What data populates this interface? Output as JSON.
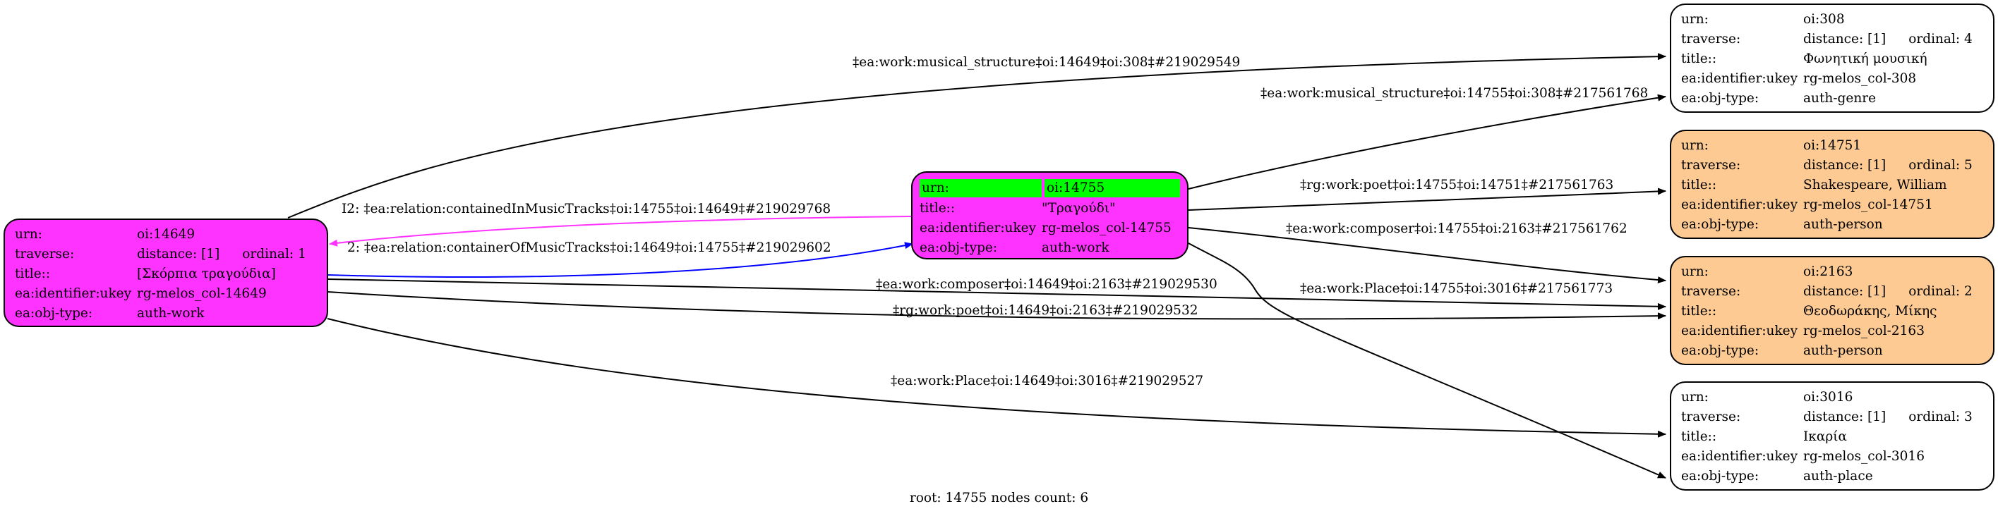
{
  "graph": {
    "footer": "root: 14755 nodes count: 6",
    "colors": {
      "work_node": "#ff33ff",
      "person_node": "#fdca93",
      "default_node": "#ffffff",
      "root_highlight": "#00ff00",
      "edge_default": "#000000",
      "edge_contained": "#ff33ff",
      "edge_container": "#0000ff"
    },
    "field_labels": {
      "urn": "urn:",
      "traverse": "traverse:",
      "title": "title::",
      "ukey": "ea:identifier:ukey",
      "objtype": "ea:obj-type:"
    },
    "nodes": {
      "n14649": {
        "urn": "oi:14649",
        "distance": "distance: [1]",
        "ordinal": "ordinal: 1",
        "title": "[Σκόρπια τραγούδια]",
        "ukey": "rg-melos_col-14649",
        "objtype": "auth-work"
      },
      "n14755": {
        "urn": "oi:14755",
        "title": "\"Τραγούδι\"",
        "ukey": "rg-melos_col-14755",
        "objtype": "auth-work",
        "is_root": true
      },
      "n308": {
        "urn": "oi:308",
        "distance": "distance: [1]",
        "ordinal": "ordinal: 4",
        "title": "Φωνητική μουσική",
        "ukey": "rg-melos_col-308",
        "objtype": "auth-genre"
      },
      "n14751": {
        "urn": "oi:14751",
        "distance": "distance: [1]",
        "ordinal": "ordinal: 5",
        "title": "Shakespeare, William",
        "ukey": "rg-melos_col-14751",
        "objtype": "auth-person"
      },
      "n2163": {
        "urn": "oi:2163",
        "distance": "distance: [1]",
        "ordinal": "ordinal: 2",
        "title": "Θεοδωράκης, Μίκης",
        "ukey": "rg-melos_col-2163",
        "objtype": "auth-person"
      },
      "n3016": {
        "urn": "oi:3016",
        "distance": "distance: [1]",
        "ordinal": "ordinal: 3",
        "title": "Ικαρία",
        "ukey": "rg-melos_col-3016",
        "objtype": "auth-place"
      }
    },
    "edges": [
      {
        "from": "oi:14649",
        "to": "oi:308",
        "label": "‡ea:work:musical_structure‡oi:14649‡oi:308‡#219029549",
        "color": "edge_default"
      },
      {
        "from": "oi:14755",
        "to": "oi:308",
        "label": "‡ea:work:musical_structure‡oi:14755‡oi:308‡#217561768",
        "color": "edge_default"
      },
      {
        "from": "oi:14755",
        "to": "oi:14649",
        "label": "I2: ‡ea:relation:containedInMusicTracks‡oi:14755‡oi:14649‡#219029768",
        "color": "edge_contained"
      },
      {
        "from": "oi:14649",
        "to": "oi:14755",
        "label": "2: ‡ea:relation:containerOfMusicTracks‡oi:14649‡oi:14755‡#219029602",
        "color": "edge_container"
      },
      {
        "from": "oi:14755",
        "to": "oi:14751",
        "label": "‡rg:work:poet‡oi:14755‡oi:14751‡#217561763",
        "color": "edge_default"
      },
      {
        "from": "oi:14755",
        "to": "oi:2163",
        "label": "‡ea:work:composer‡oi:14755‡oi:2163‡#217561762",
        "color": "edge_default"
      },
      {
        "from": "oi:14649",
        "to": "oi:2163",
        "label": "‡ea:work:composer‡oi:14649‡oi:2163‡#219029530",
        "color": "edge_default"
      },
      {
        "from": "oi:14755",
        "to": "oi:3016",
        "label": "‡ea:work:Place‡oi:14755‡oi:3016‡#217561773",
        "color": "edge_default"
      },
      {
        "from": "oi:14649",
        "to": "oi:2163",
        "label": "‡rg:work:poet‡oi:14649‡oi:2163‡#219029532",
        "color": "edge_default"
      },
      {
        "from": "oi:14649",
        "to": "oi:3016",
        "label": "‡ea:work:Place‡oi:14649‡oi:3016‡#219029527",
        "color": "edge_default"
      }
    ]
  }
}
